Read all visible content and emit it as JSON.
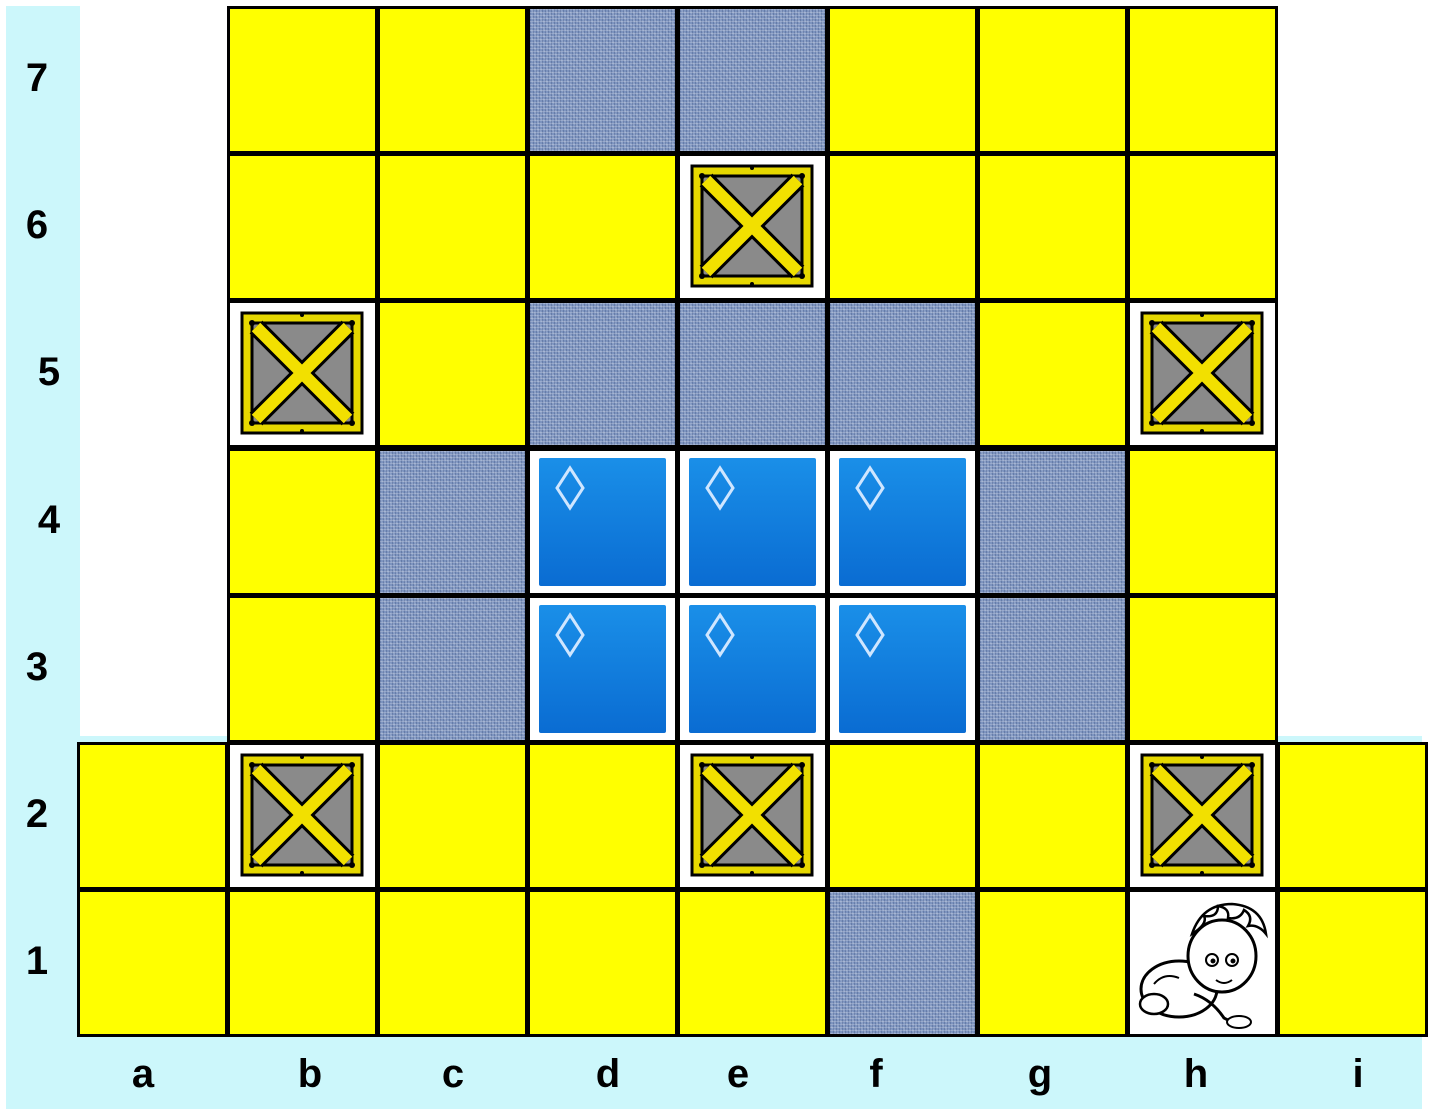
{
  "board": {
    "columns": [
      "a",
      "b",
      "c",
      "d",
      "e",
      "f",
      "g",
      "h",
      "i"
    ],
    "rows": [
      "7",
      "6",
      "5",
      "4",
      "3",
      "2",
      "1"
    ],
    "cells": [
      [
        "",
        "yellow",
        "yellow",
        "fabric",
        "fabric",
        "yellow",
        "yellow",
        "yellow",
        ""
      ],
      [
        "",
        "yellow",
        "yellow",
        "yellow",
        "crate",
        "yellow",
        "yellow",
        "yellow",
        ""
      ],
      [
        "",
        "crate",
        "yellow",
        "fabric",
        "fabric",
        "fabric",
        "yellow",
        "crate",
        ""
      ],
      [
        "",
        "yellow",
        "fabric",
        "water",
        "water",
        "water",
        "fabric",
        "yellow",
        ""
      ],
      [
        "",
        "yellow",
        "fabric",
        "water",
        "water",
        "water",
        "fabric",
        "yellow",
        ""
      ],
      [
        "yellow",
        "crate",
        "yellow",
        "yellow",
        "crate",
        "yellow",
        "yellow",
        "crate",
        "yellow"
      ],
      [
        "yellow",
        "yellow",
        "yellow",
        "yellow",
        "yellow",
        "fabric",
        "yellow",
        "player",
        "yellow"
      ]
    ]
  },
  "colors": {
    "floor": "#ffff00",
    "water": "#0a6cd2",
    "fabric": "#7d94bf",
    "label_strip": "#ccf7fb"
  },
  "icons": {
    "crate": "crate-icon",
    "water": "water-tile-icon",
    "player": "child-character-icon"
  }
}
